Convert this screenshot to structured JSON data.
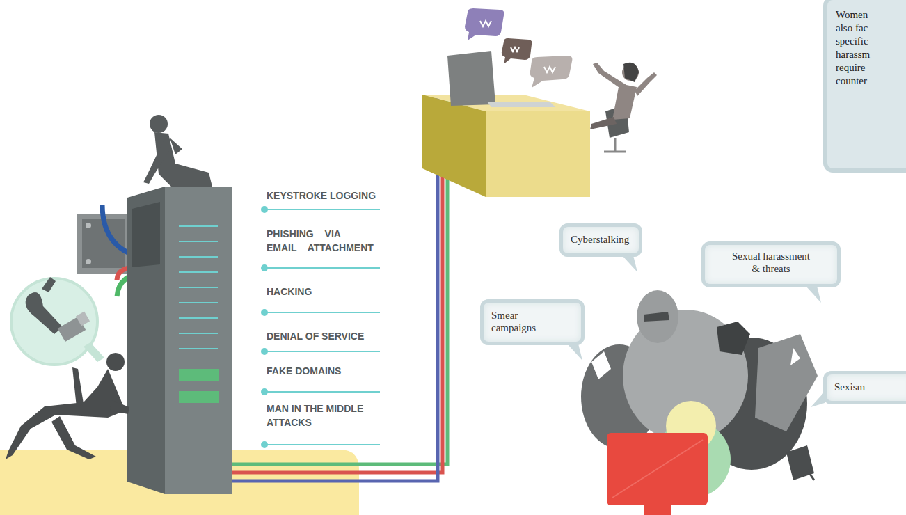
{
  "diagram": {
    "nodes": [
      {
        "text": [
          "Women also fac specific harassm require counter"
        ]
      },
      {
        "text": [
          "Cyberstalking"
        ]
      },
      {
        "text": [
          "Sexual harassment & threats"
        ]
      },
      {
        "text": [
          "Smear campaigns"
        ]
      },
      {
        "text": [
          "Sexism"
        ]
      }
    ],
    "labels": [
      "KEYSTROKE LOGGING",
      "PHISHING VIA EMAIL ATTACHMENT",
      "HACKING",
      "DENIAL OF SERVICE",
      "FAKE DOMAINS",
      "MAN IN THE MIDDLE ATTACKS"
    ]
  }
}
